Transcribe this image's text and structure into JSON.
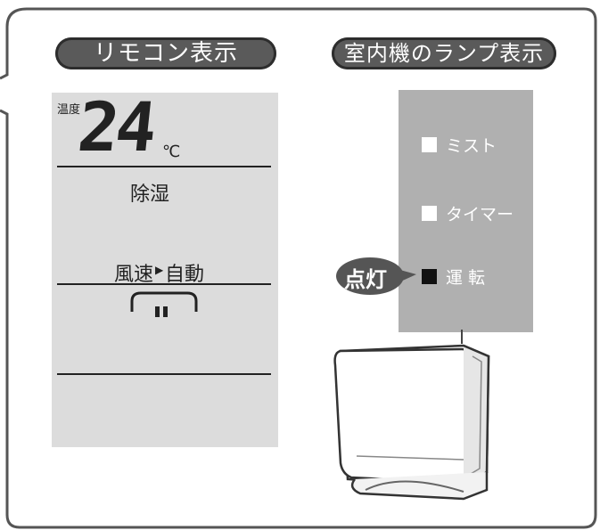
{
  "remote_title": "リモコン表示",
  "unit_title": "室内機のランプ表示",
  "remote": {
    "temp_label": "温度",
    "temperature": "24",
    "unit": "℃",
    "mode": "除湿",
    "fan_label": "風速",
    "fan_value": "自動"
  },
  "lamps": [
    {
      "label": "ミスト",
      "state": "off"
    },
    {
      "label": "タイマー",
      "state": "off"
    },
    {
      "label": "運 転",
      "state": "on"
    }
  ],
  "callout": "点灯",
  "colors": {
    "pill": "#5a5a5a",
    "lcd_bg": "#dcdcdc",
    "panel_bg": "#b0b0b0",
    "lamp_on": "#111111",
    "lamp_off": "#ffffff"
  }
}
